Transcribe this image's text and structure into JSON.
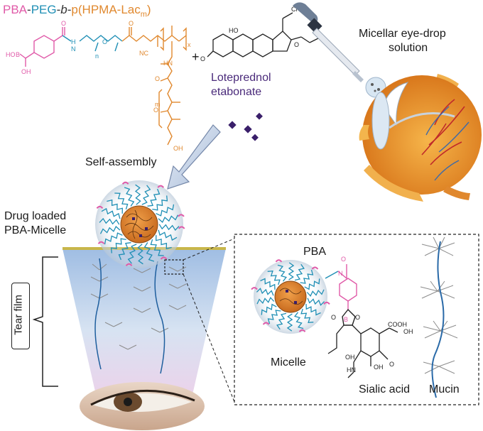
{
  "title": {
    "pba": "PBA",
    "sep1": "-",
    "peg": "PEG",
    "sep2": "-",
    "b": "b",
    "sep3": "-",
    "hpma": "p(HPMA-Lac",
    "sub_m": "m",
    "close": ")"
  },
  "labels": {
    "plus": "+",
    "drug_line1": "Loteprednol",
    "drug_line2": "etabonate",
    "eyedrop_line1": "Micellar eye-drop",
    "eyedrop_line2": "solution",
    "self_assembly": "Self-assembly",
    "loaded_line1": "Drug loaded",
    "loaded_line2": "PBA-Micelle",
    "tear_film": "Tear film",
    "pba": "PBA",
    "micelle": "Micelle",
    "sialic_acid": "Sialic acid",
    "mucin": "Mucin"
  },
  "chem_labels": {
    "hob": "HO",
    "b": "B",
    "oh": "OH",
    "o": "O",
    "h": "H",
    "n": "N",
    "nc": "NC",
    "hn": "HN",
    "sub_n": "n",
    "sub_x": "x",
    "sub_m": "m",
    "cl": "Cl",
    "ho": "HO",
    "cooh": "COOH"
  },
  "colors": {
    "pba": "#e05aa8",
    "peg": "#1f8fb5",
    "hpma": "#e0882e",
    "drug": "#4a2a7a",
    "mucin_axis": "#2a6aa8",
    "branch": "#8c8c8c",
    "tear_top": "#aec6e6",
    "tear_bottom": "#e6d3ea",
    "eye_orange": "#e8962e",
    "vessel": "#c02a2a"
  }
}
